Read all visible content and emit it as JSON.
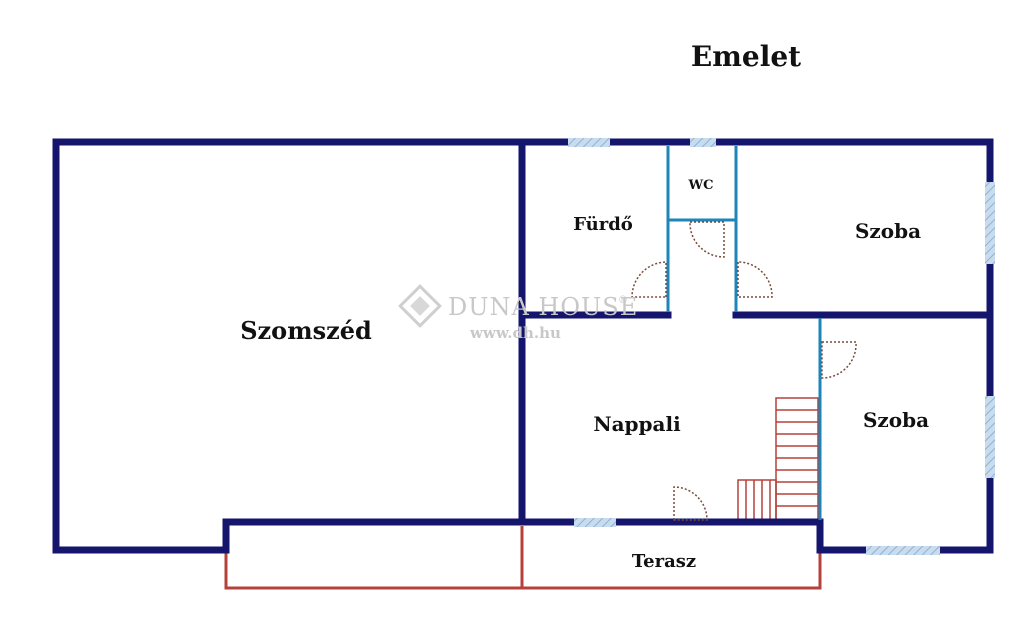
{
  "title": "Emelet",
  "rooms": {
    "szomszed": "Szomszéd",
    "furdo": "Fürdő",
    "wc": "WC",
    "szoba_top": "Szoba",
    "szoba_bottom": "Szoba",
    "nappali": "Nappali",
    "terasz": "Terasz"
  },
  "watermark": {
    "brand": "DUNA HOUSE",
    "registered": "®",
    "url": "www.dh.hu"
  },
  "colors": {
    "outer_wall": "#15156e",
    "inner_wall": "#1d86b8",
    "window": "#a8c6e0",
    "stairs": "#b5413a",
    "terrace": "#b5413a",
    "door_swing": "#7a4a3a"
  }
}
